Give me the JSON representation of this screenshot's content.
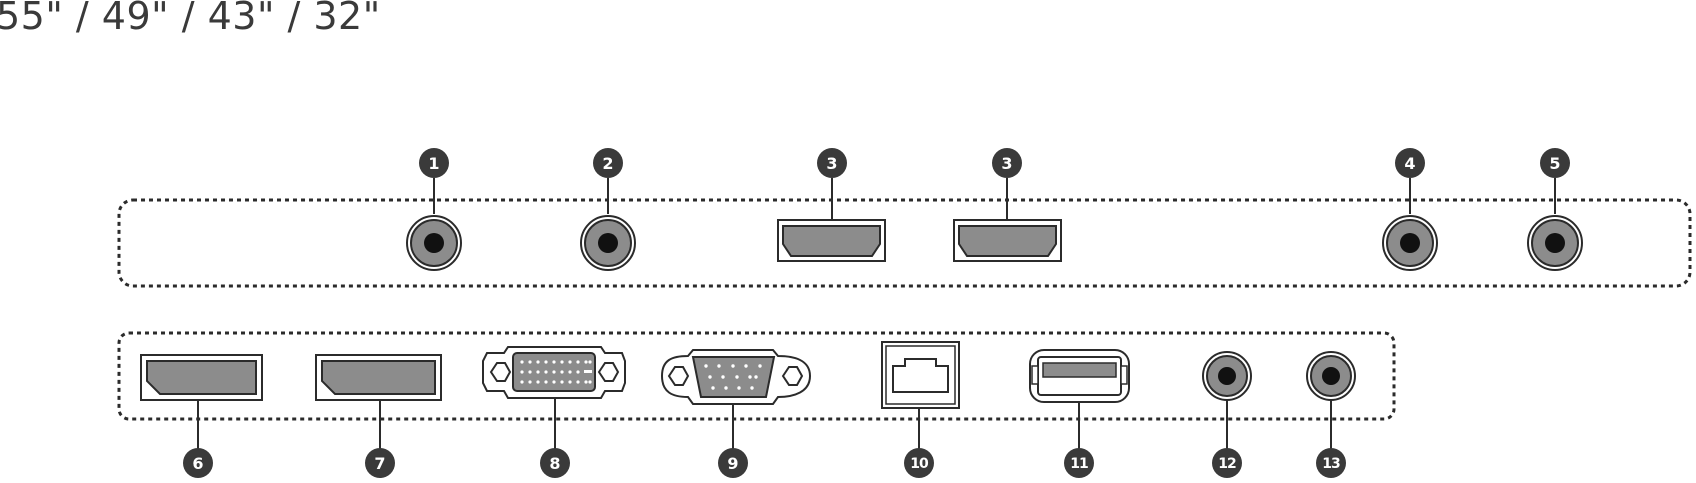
{
  "title": "55\" / 49\" / 43\" / 32\"",
  "colors": {
    "stroke": "#2b2b2b",
    "port_fill": "#8c8c8c",
    "callout_fill": "#3a3a3a",
    "callout_text": "#ffffff"
  },
  "top_row": {
    "ports": [
      {
        "label": "1",
        "icon": "audio-jack-icon"
      },
      {
        "label": "2",
        "icon": "audio-jack-icon"
      },
      {
        "label": "3",
        "icon": "hdmi-port-icon"
      },
      {
        "label": "3",
        "icon": "hdmi-port-icon"
      },
      {
        "label": "4",
        "icon": "audio-jack-icon"
      },
      {
        "label": "5",
        "icon": "audio-jack-icon"
      }
    ]
  },
  "bottom_row": {
    "ports": [
      {
        "label": "6",
        "icon": "displayport-icon"
      },
      {
        "label": "7",
        "icon": "displayport-icon"
      },
      {
        "label": "8",
        "icon": "dvi-port-icon"
      },
      {
        "label": "9",
        "icon": "vga-port-icon"
      },
      {
        "label": "10",
        "icon": "rj45-port-icon"
      },
      {
        "label": "11",
        "icon": "usb-port-icon"
      },
      {
        "label": "12",
        "icon": "audio-jack-icon"
      },
      {
        "label": "13",
        "icon": "audio-jack-icon"
      }
    ]
  }
}
